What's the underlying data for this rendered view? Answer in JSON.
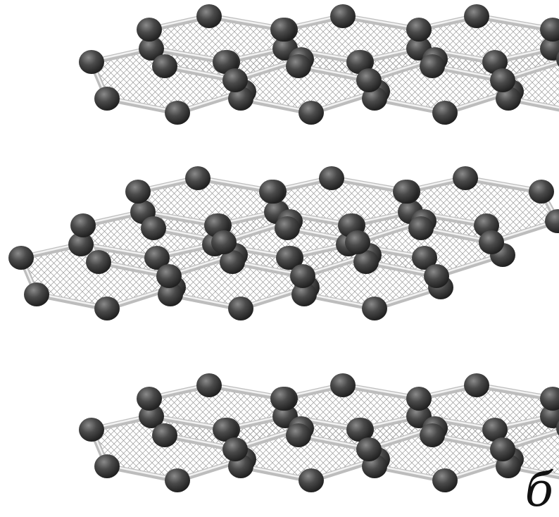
{
  "figure": {
    "panel_label": "б",
    "layers": [
      {
        "name": "top-graphite-layer"
      },
      {
        "name": "middle-graphite-layer"
      },
      {
        "name": "bottom-graphite-layer"
      }
    ],
    "colors": {
      "atom": "#3a3a3a",
      "atom_highlight": "#8a8a8a",
      "bond": "#bdbdbd",
      "bond_highlight": "#f2f2f2",
      "hatch": "#9a9a9a"
    }
  }
}
